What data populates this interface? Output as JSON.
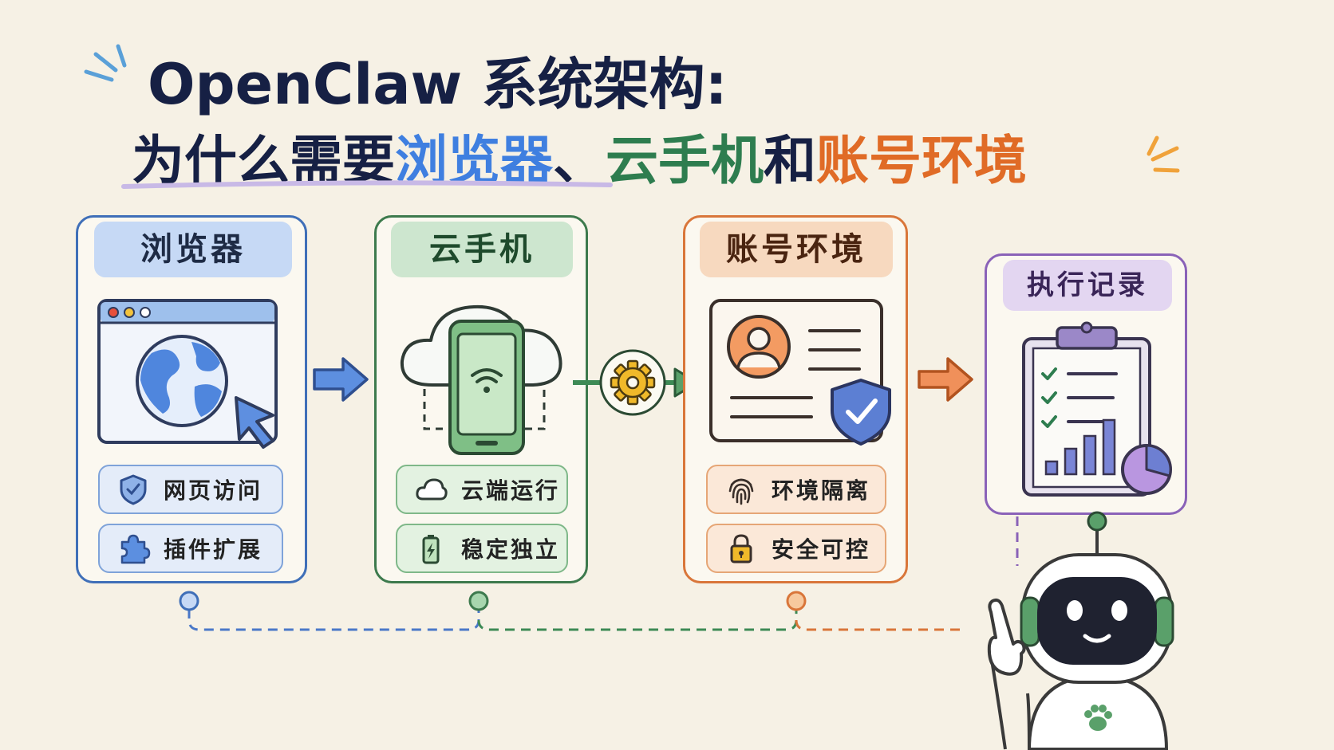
{
  "title": {
    "line1": "OpenClaw 系统架构:",
    "line2_prefix": "为什么需要",
    "line2_browser": "浏览器",
    "line2_sep": "、",
    "line2_phone": "云手机",
    "line2_and": "和",
    "line2_account": "账号环境"
  },
  "cards": {
    "browser": {
      "title": "浏览器",
      "items": [
        "网页访问",
        "插件扩展"
      ],
      "color": "#3f6fb8",
      "header_bg": "#c6d9f5"
    },
    "phone": {
      "title": "云手机",
      "items": [
        "云端运行",
        "稳定独立"
      ],
      "color": "#3d7a4d",
      "header_bg": "#cde6cf"
    },
    "account": {
      "title": "账号环境",
      "items": [
        "环境隔离",
        "安全可控"
      ],
      "color": "#d9763a",
      "header_bg": "#f7d9bf"
    },
    "record": {
      "title": "执行记录",
      "color": "#8a62b8",
      "header_bg": "#e3d6f1"
    }
  },
  "icons": {
    "browser_art": "browser-globe-cursor-icon",
    "phone_art": "cloud-phone-wifi-icon",
    "account_art": "profile-card-shield-icon",
    "record_art": "clipboard-checklist-chart-icon",
    "robot": "robot-mascot-icon"
  }
}
